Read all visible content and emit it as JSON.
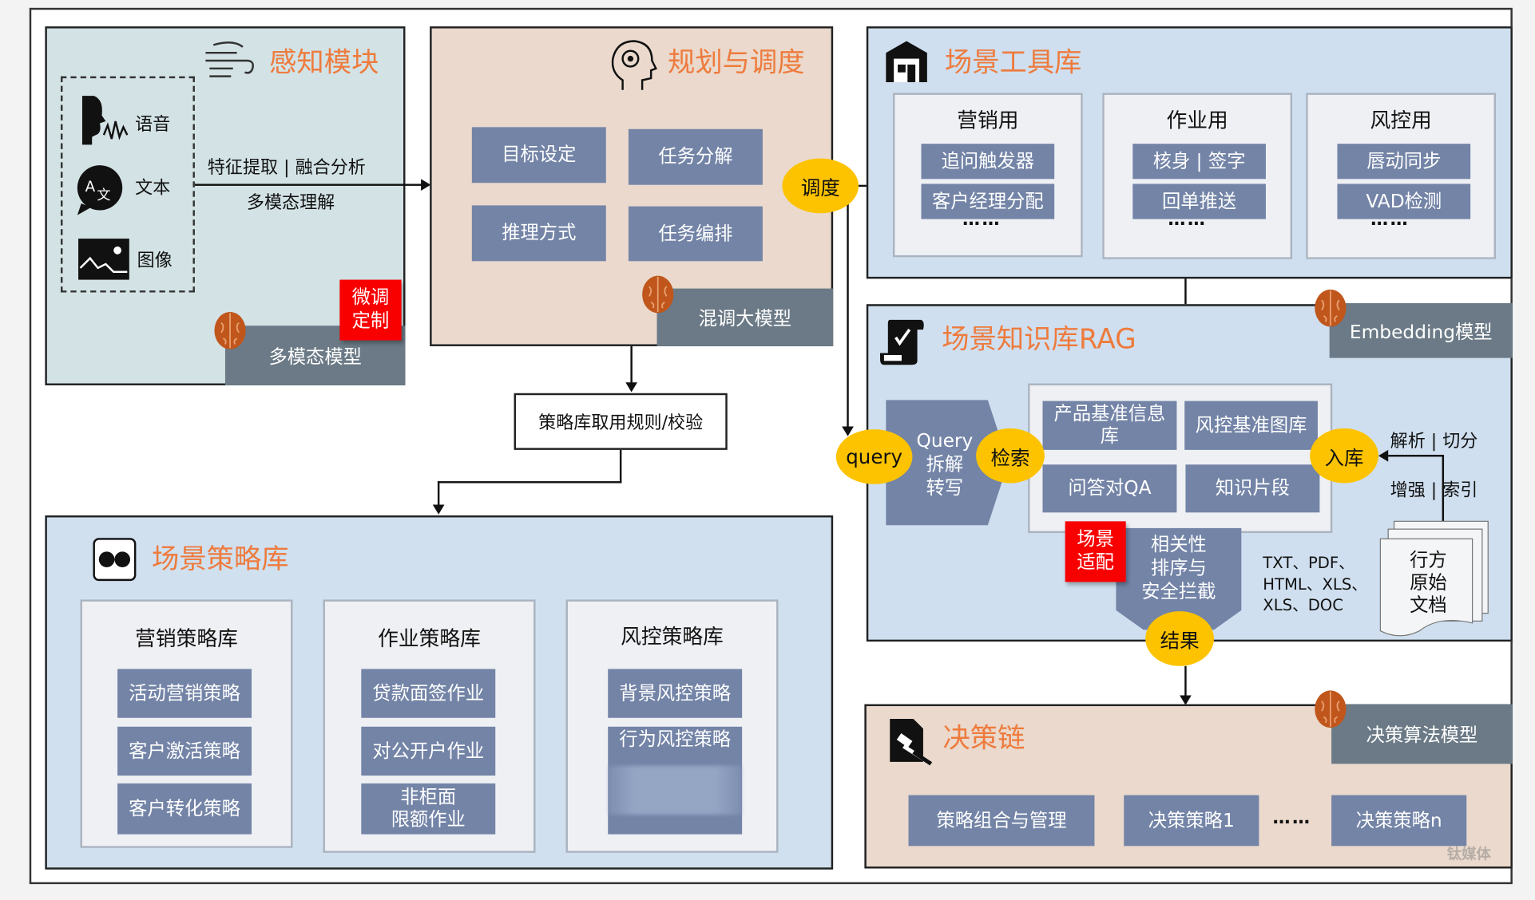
{
  "colors": {
    "title": "#ee7b3d",
    "box": "#7384a7",
    "model": "#6b7a86",
    "highlight": "#fdc300",
    "alert": "#f80000",
    "perception_bg": "#d3e2e5",
    "planning_bg": "#ead9cc",
    "library_bg": "#cfdfef"
  },
  "perception": {
    "title": "感知模块",
    "icon": "wind-icon",
    "inputs": [
      {
        "label": "语音",
        "icon": "speaking-head-icon"
      },
      {
        "label": "文本",
        "icon": "translate-bubble-icon"
      },
      {
        "label": "图像",
        "icon": "image-icon"
      }
    ],
    "flow_top": "特征提取 | 融合分析",
    "flow_bottom": "多模态理解",
    "badge": "微调\n定制",
    "model": "多模态模型"
  },
  "planning": {
    "title": "规划与调度",
    "icon": "head-gear-icon",
    "items": [
      "目标设定",
      "任务分解",
      "推理方式",
      "任务编排"
    ],
    "model": "混调大模型",
    "dispatch": "调度"
  },
  "rule_box": "策略库取用规则/校验",
  "strategy": {
    "title": "场景策略库",
    "icon": "two-dots-icon",
    "columns": [
      {
        "title": "营销策略库",
        "items": [
          "活动营销策略",
          "客户激活策略",
          "客户转化策略"
        ]
      },
      {
        "title": "作业策略库",
        "items": [
          "贷款面签作业",
          "对公开户作业",
          "非柜面\n限额作业"
        ]
      },
      {
        "title": "风控策略库",
        "items": [
          "背景风控策略",
          "行为风控策略"
        ]
      }
    ]
  },
  "tools": {
    "title": "场景工具库",
    "icon": "store-icon",
    "columns": [
      {
        "title": "营销用",
        "items": [
          "追问触发器",
          "客户经理分配"
        ]
      },
      {
        "title": "作业用",
        "items": [
          "核身 | 签字",
          "回单推送"
        ]
      },
      {
        "title": "风控用",
        "items": [
          "唇动同步",
          "VAD检测"
        ]
      }
    ],
    "more": "……"
  },
  "rag": {
    "title": "场景知识库RAG",
    "icon": "checklist-scroll-icon",
    "model": "Embedding模型",
    "query": "query",
    "rewrite": "Query\n拆解\n转写",
    "retrieve": "检索",
    "ingest": "入库",
    "kb": [
      "产品基准信息库",
      "风控基准图库",
      "问答对QA",
      "知识片段"
    ],
    "badge": "场景\n适配",
    "ranking": "相关性\n排序与\n安全拦截",
    "result": "结果",
    "process_top": "解析 | 切分",
    "process_bottom": "增强 | 索引",
    "formats": "TXT、PDF、\nHTML、XLS、\nXLS、DOC",
    "docs": "行方\n原始\n文档"
  },
  "decision": {
    "title": "决策链",
    "icon": "gavel-doc-icon",
    "model": "决策算法模型",
    "items": [
      "策略组合与管理",
      "决策策略1",
      "决策策略n"
    ],
    "ellipsis": "……"
  },
  "watermark": "钛媒体"
}
